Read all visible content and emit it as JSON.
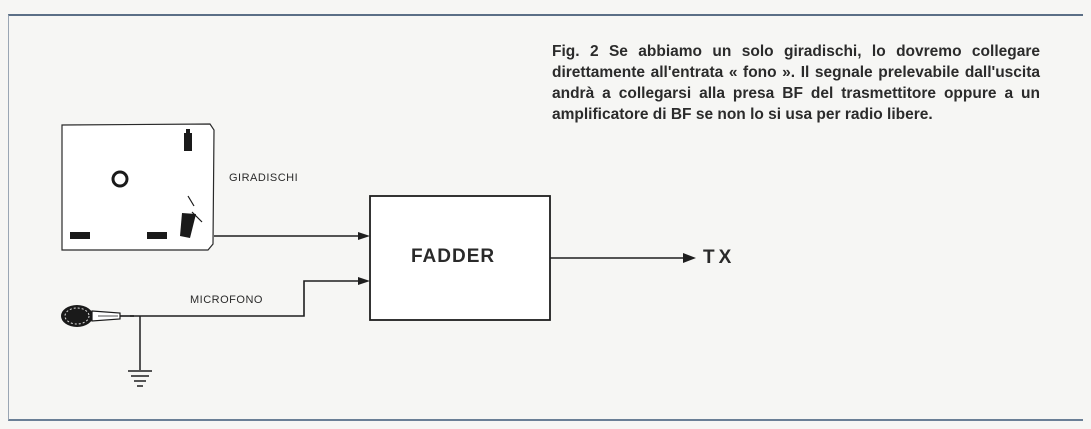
{
  "caption": "Fig. 2 Se abbiamo un solo giradischi, lo dovremo collegare direttamente all'entrata « fono ». Il segnale prelevabile dall'uscita andrà a collegarsi alla presa BF del trasmettitore oppure a un amplificatore di BF se non lo si usa per radio libere.",
  "labels": {
    "turntable": "GIRADISCHI",
    "microphone": "MICROFONO",
    "fader": "FADDER",
    "output": "TX"
  },
  "colors": {
    "line": "#1e1e1e",
    "frame": "#5b6f86",
    "background": "#f6f6f4"
  }
}
